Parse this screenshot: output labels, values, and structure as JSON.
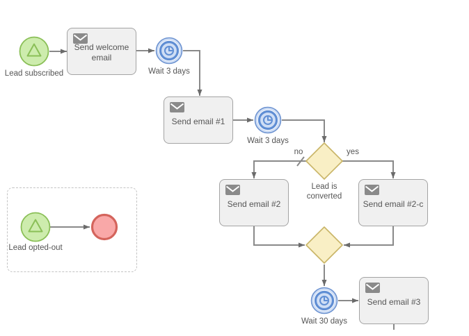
{
  "diagram": {
    "type": "bpmn-workflow",
    "nodes": {
      "start_subscribed": {
        "kind": "start-event",
        "label": "Lead subscribed"
      },
      "task_welcome": {
        "kind": "message-task",
        "label": "Send welcome email"
      },
      "timer_wait3a": {
        "kind": "timer-event",
        "label": "Wait 3 days"
      },
      "task_email1": {
        "kind": "message-task",
        "label": "Send email #1"
      },
      "timer_wait3b": {
        "kind": "timer-event",
        "label": "Wait 3 days"
      },
      "gateway_converted": {
        "kind": "exclusive-gateway",
        "label": "Lead is converted"
      },
      "task_email2": {
        "kind": "message-task",
        "label": "Send email #2"
      },
      "task_email2c": {
        "kind": "message-task",
        "label": "Send email #2-c"
      },
      "gateway_merge": {
        "kind": "exclusive-gateway",
        "label": ""
      },
      "timer_wait30": {
        "kind": "timer-event",
        "label": "Wait 30 days"
      },
      "task_email3": {
        "kind": "message-task",
        "label": "Send email #3"
      },
      "start_optout": {
        "kind": "start-event",
        "label": "Lead opted-out"
      },
      "end_optout": {
        "kind": "end-event",
        "label": ""
      }
    },
    "edge_labels": {
      "no": "no",
      "yes": "yes"
    },
    "colors": {
      "start_event_fill": "#cdecad",
      "start_event_stroke": "#8abf57",
      "end_event_fill": "#f9a8a8",
      "end_event_stroke": "#d4645c",
      "timer_fill": "#cfdef5",
      "timer_stroke": "#6d93d1",
      "gateway_fill": "#f9efc5",
      "gateway_stroke": "#c9b567",
      "task_fill": "#f0f0f0",
      "task_stroke": "#a3a3a3",
      "connector": "#898989",
      "label_text": "#555555"
    }
  }
}
